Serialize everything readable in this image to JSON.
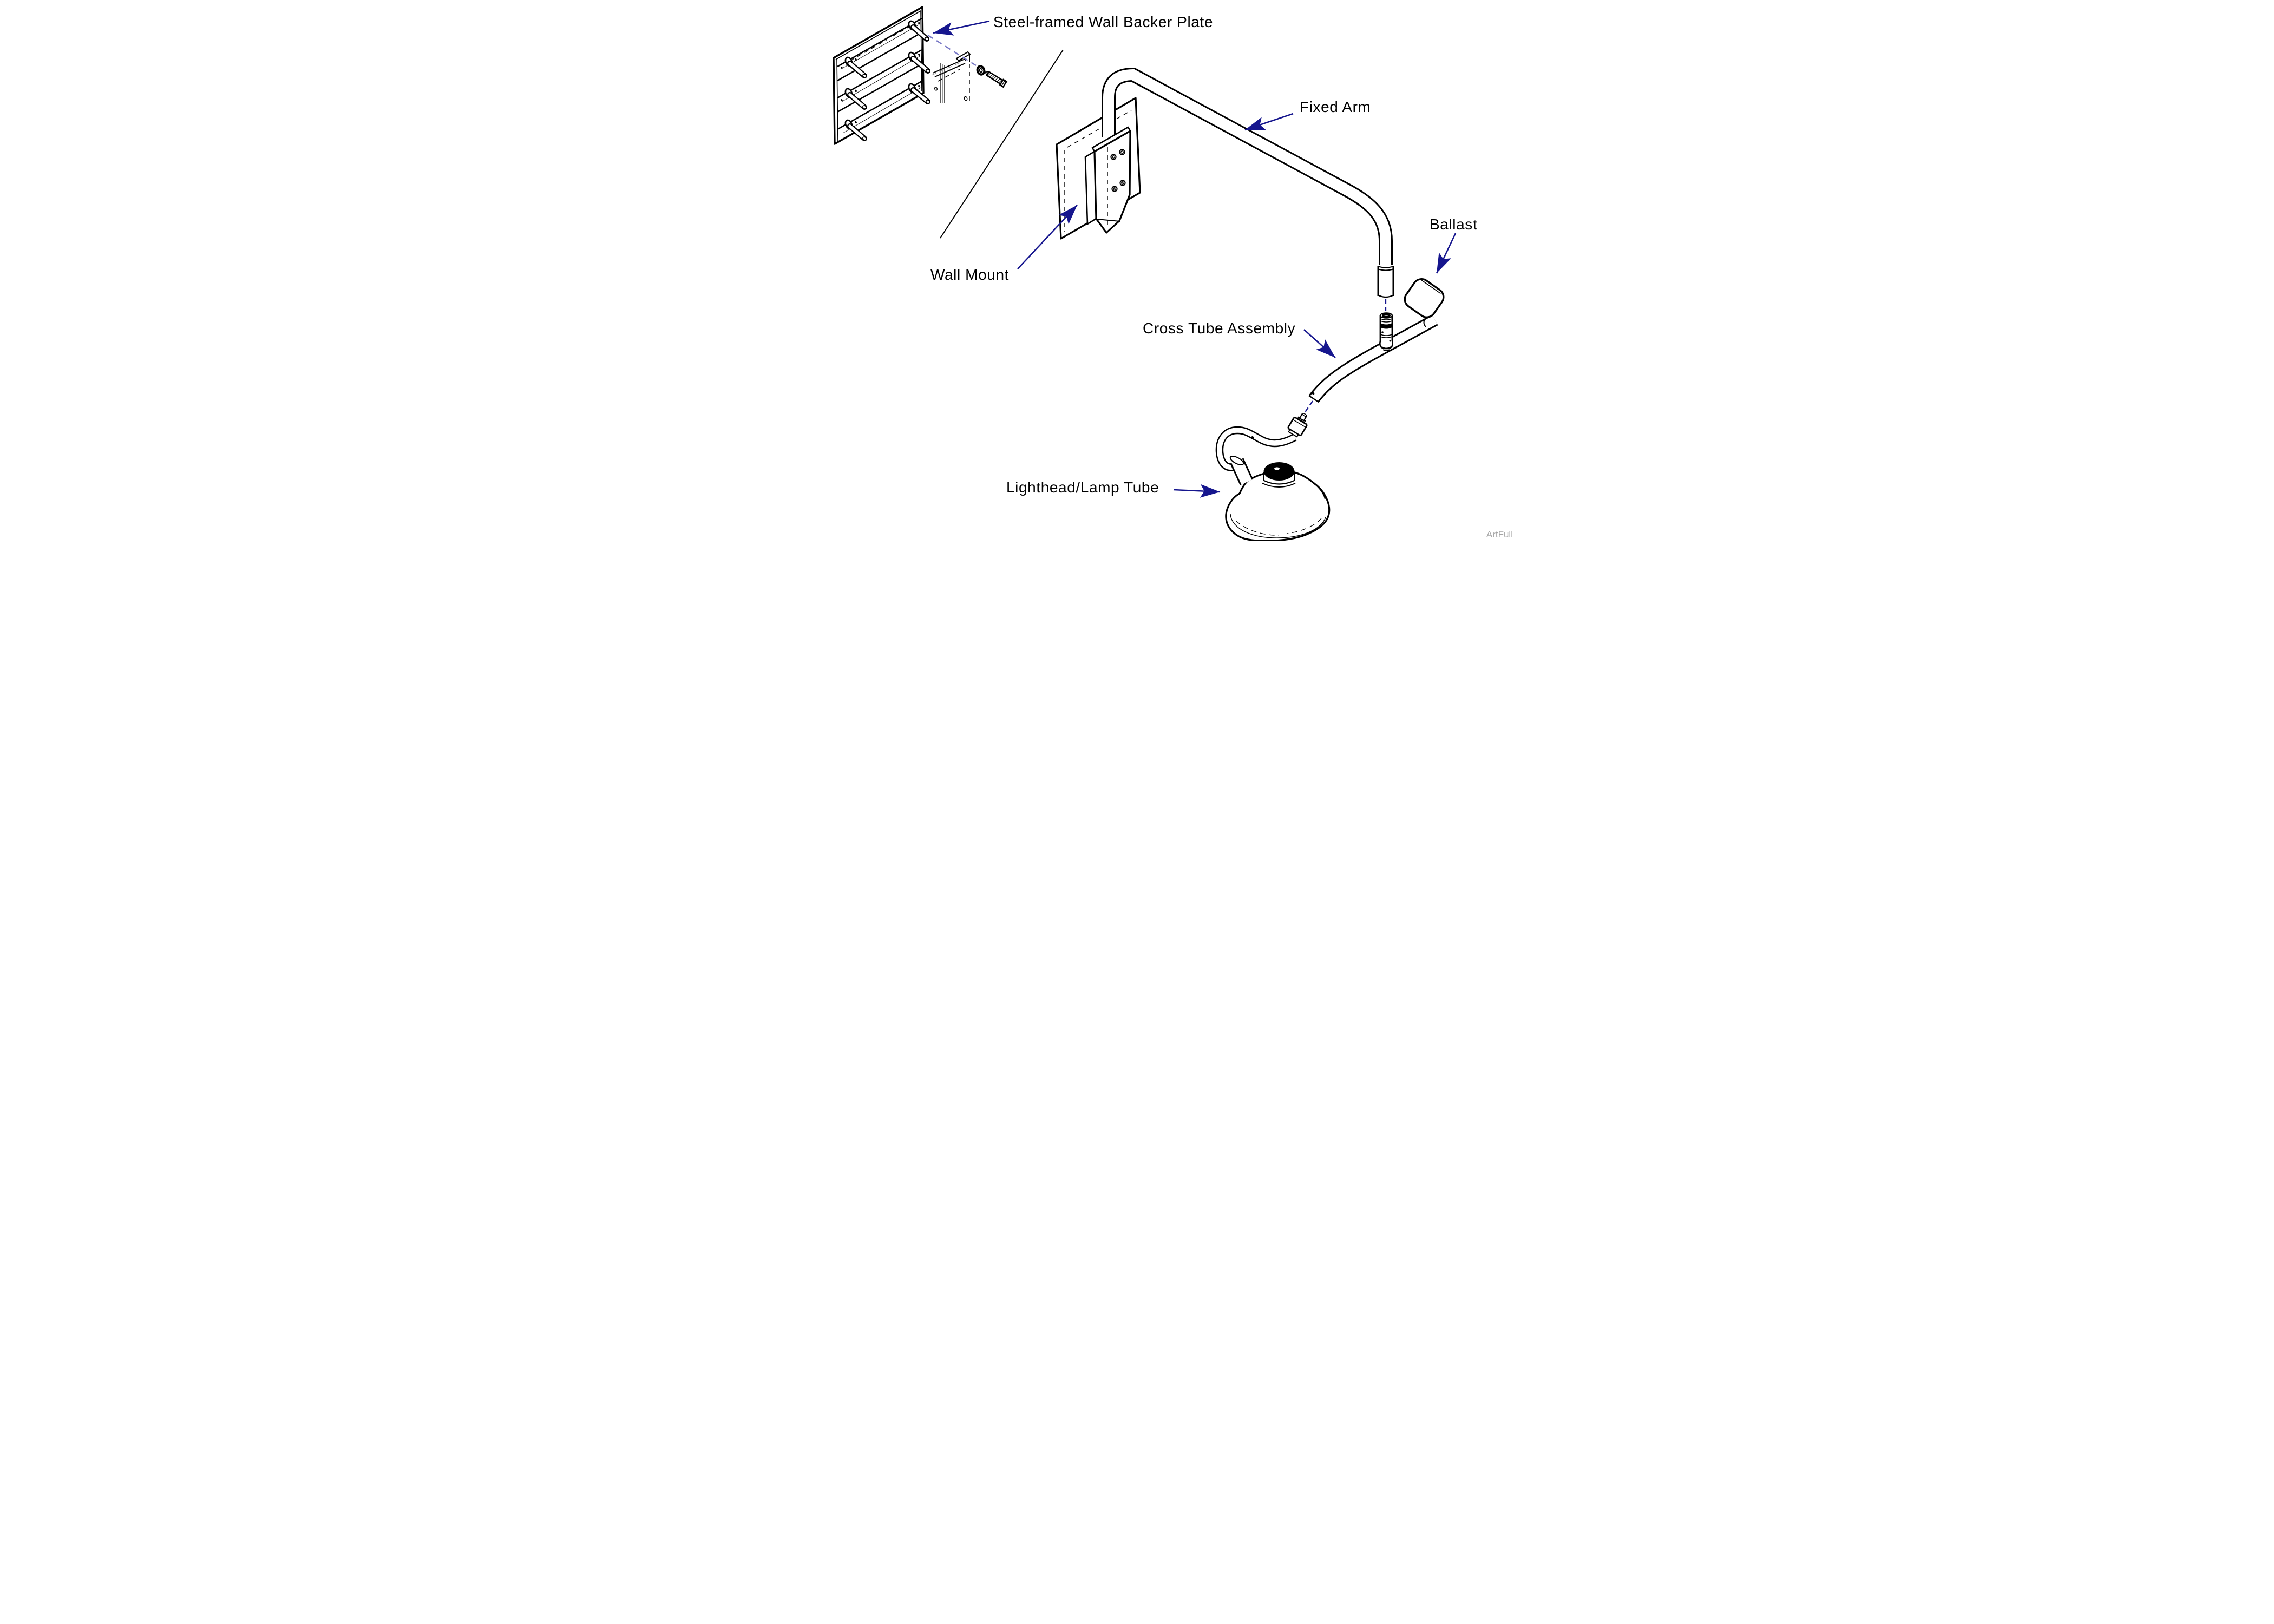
{
  "labels": [
    {
      "id": "backer-plate",
      "text": "Steel-framed Wall Backer Plate"
    },
    {
      "id": "fixed-arm",
      "text": "Fixed Arm"
    },
    {
      "id": "wall-mount",
      "text": "Wall Mount"
    },
    {
      "id": "ballast",
      "text": "Ballast"
    },
    {
      "id": "cross-tube",
      "text": "Cross Tube Assembly"
    },
    {
      "id": "lighthead",
      "text": "Lighthead/Lamp Tube"
    }
  ],
  "watermark": {
    "text": "ArtFull"
  },
  "colors": {
    "arrow": "#16168e",
    "leader": "#7575c4",
    "gray": "#9a9a9a",
    "wm": "#a5a5a5",
    "line": "#000000",
    "background": "#ffffff"
  }
}
